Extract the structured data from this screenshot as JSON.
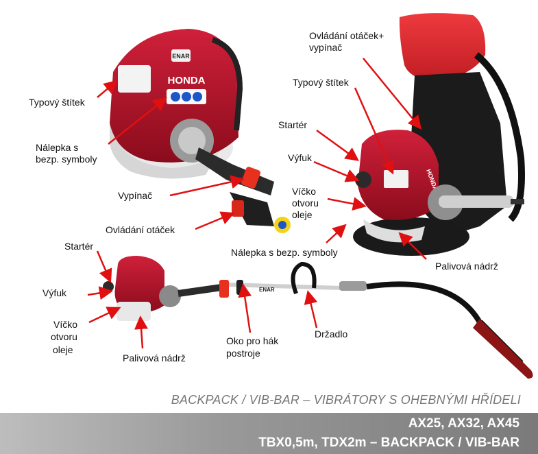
{
  "labels": {
    "ovladani_otacek_vypinac_1": "Ovládání otáček+",
    "ovladani_otacek_vypinac_2": "vypínač",
    "typovy_stitek_right": "Typový štítek",
    "starter_right": "Startér",
    "vyfuk_right": "Výfuk",
    "vicko_right_1": "Víčko",
    "vicko_right_2": "otvoru",
    "vicko_right_3": "oleje",
    "nalepka_right": "Nálepka s bezp. symboly",
    "palivova_nadrz_right": "Palivová nádrž",
    "typovy_stitek_left": "Typový štítek",
    "nalepka_left_1": "Nálepka s",
    "nalepka_left_2": "bezp. symboly",
    "vypinac": "Vypínač",
    "ovladani_otacek": "Ovládání otáček",
    "starter_bottom": "Startér",
    "vyfuk_bottom": "Výfuk",
    "vicko_bottom_1": "Víčko",
    "vicko_bottom_2": "otvoru",
    "vicko_bottom_3": "oleje",
    "palivova_nadrz_bottom": "Palivová nádrž",
    "oko_1": "Oko pro hák",
    "oko_2": "postroje",
    "drzadlo": "Držadlo"
  },
  "engine_branding": {
    "brand": "HONDA",
    "badge": "ENAR",
    "shaft_text": "ENAR"
  },
  "caption": "BACKPACK / VIB-BAR – VIBRÁTORY S OHEBNÝMI HŘÍDELI",
  "band": {
    "line1": "AX25, AX32, AX45",
    "line2": "TBX0,5m, TDX2m – BACKPACK / VIB-BAR"
  },
  "colors": {
    "engine_red": "#b3122a",
    "arrow_red": "#e01010",
    "backpack_red": "#d8242b",
    "band_gray": "#8f8f8f"
  }
}
